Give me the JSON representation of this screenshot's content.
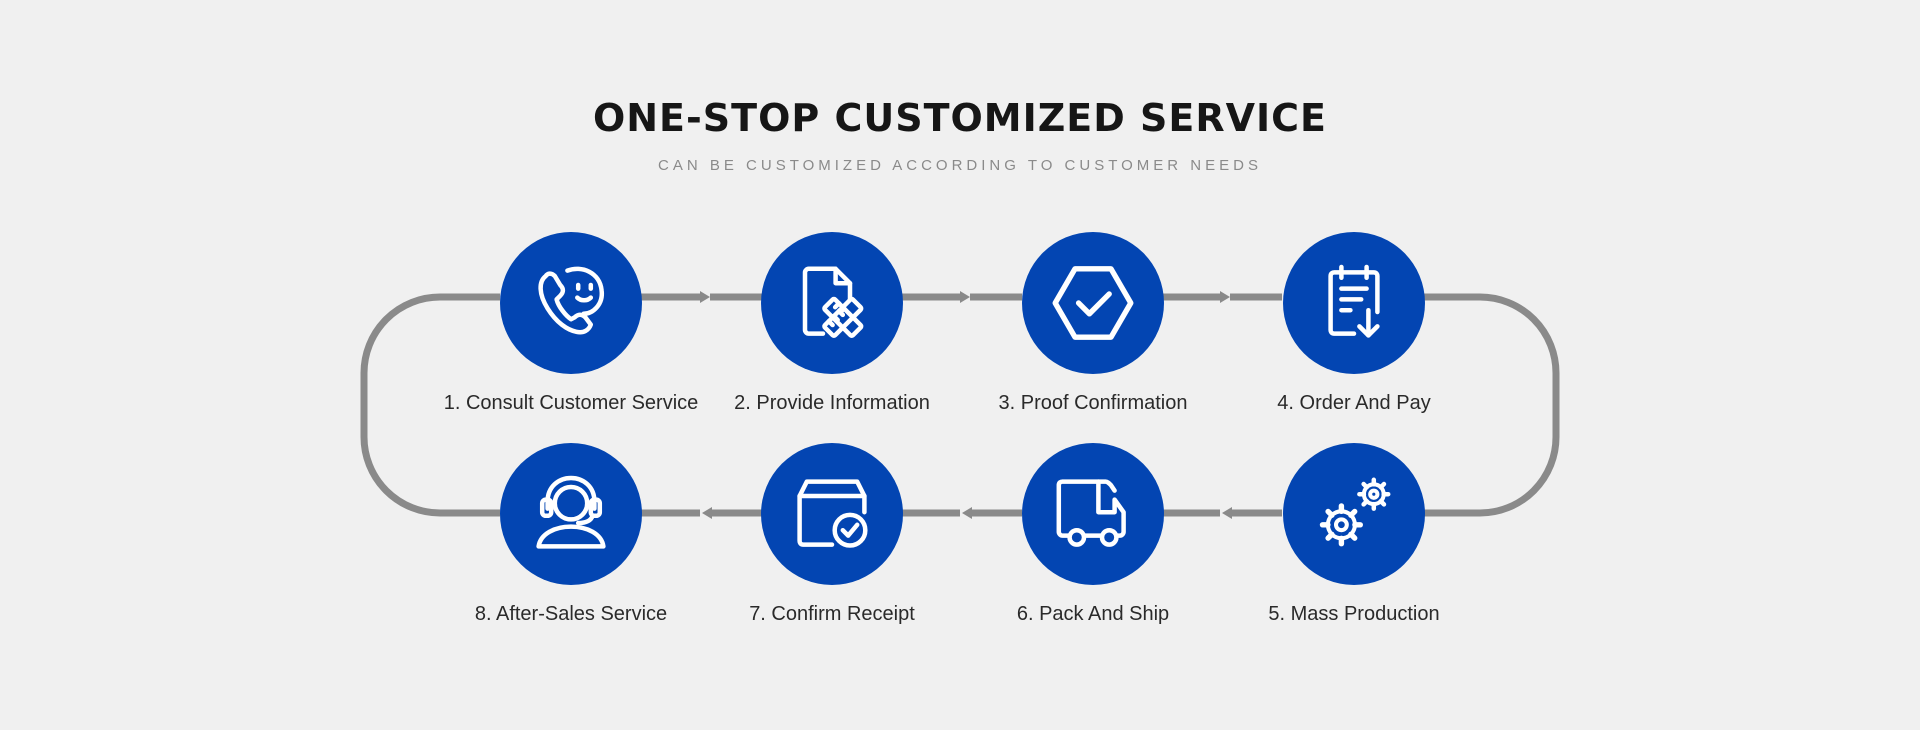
{
  "header": {
    "title": "ONE-STOP CUSTOMIZED SERVICE",
    "subtitle": "CAN BE CUSTOMIZED ACCORDING TO CUSTOMER NEEDS"
  },
  "colors": {
    "background": "#f0f0f0",
    "circle": "#0345b2",
    "connector": "#8a8a8a",
    "icon": "#ffffff"
  },
  "steps": [
    {
      "label": "1. Consult Customer Service",
      "icon": "phone-smile-icon"
    },
    {
      "label": "2. Provide Information",
      "icon": "document-pencil-icon"
    },
    {
      "label": "3. Proof Confirmation",
      "icon": "hexagon-check-icon"
    },
    {
      "label": "4. Order And Pay",
      "icon": "clipboard-download-icon"
    },
    {
      "label": "5. Mass Production",
      "icon": "gears-icon"
    },
    {
      "label": "6. Pack And Ship",
      "icon": "truck-icon"
    },
    {
      "label": "7. Confirm Receipt",
      "icon": "box-check-icon"
    },
    {
      "label": "8. After-Sales Service",
      "icon": "headset-user-icon"
    }
  ]
}
